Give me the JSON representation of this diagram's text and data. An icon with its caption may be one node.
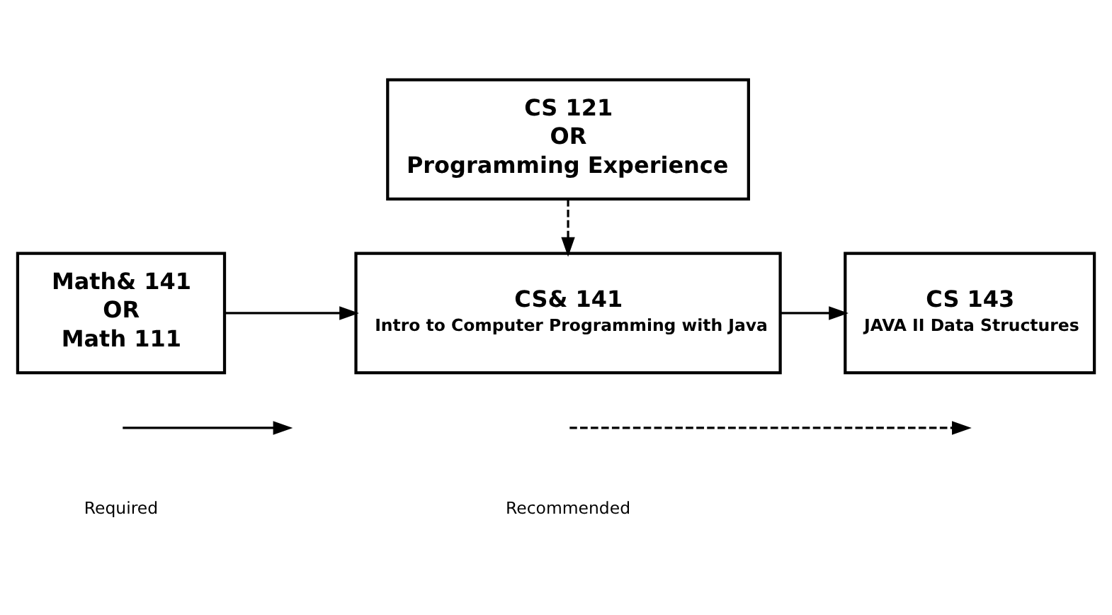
{
  "diagram": {
    "nodes": [
      {
        "text": [
          "CS 121",
          "OR",
          "Programming Experience"
        ]
      },
      {
        "text": [
          "Math& 141",
          "OR",
          "Math 111"
        ]
      },
      {
        "text": [
          "CS& 141",
          "Intro to Computer Programming with Java"
        ]
      },
      {
        "text": [
          "CS 143",
          "JAVA II Data Structures"
        ]
      }
    ],
    "edges": [
      {
        "from": 0,
        "to": 2,
        "arrow": "to",
        "style": "dashed"
      },
      {
        "from": 1,
        "to": 2,
        "arrow": "to"
      },
      {
        "from": 2,
        "to": 3,
        "arrow": "to"
      }
    ],
    "legend": [
      {
        "text": "Required"
      },
      {
        "text": "Recommended"
      }
    ]
  }
}
